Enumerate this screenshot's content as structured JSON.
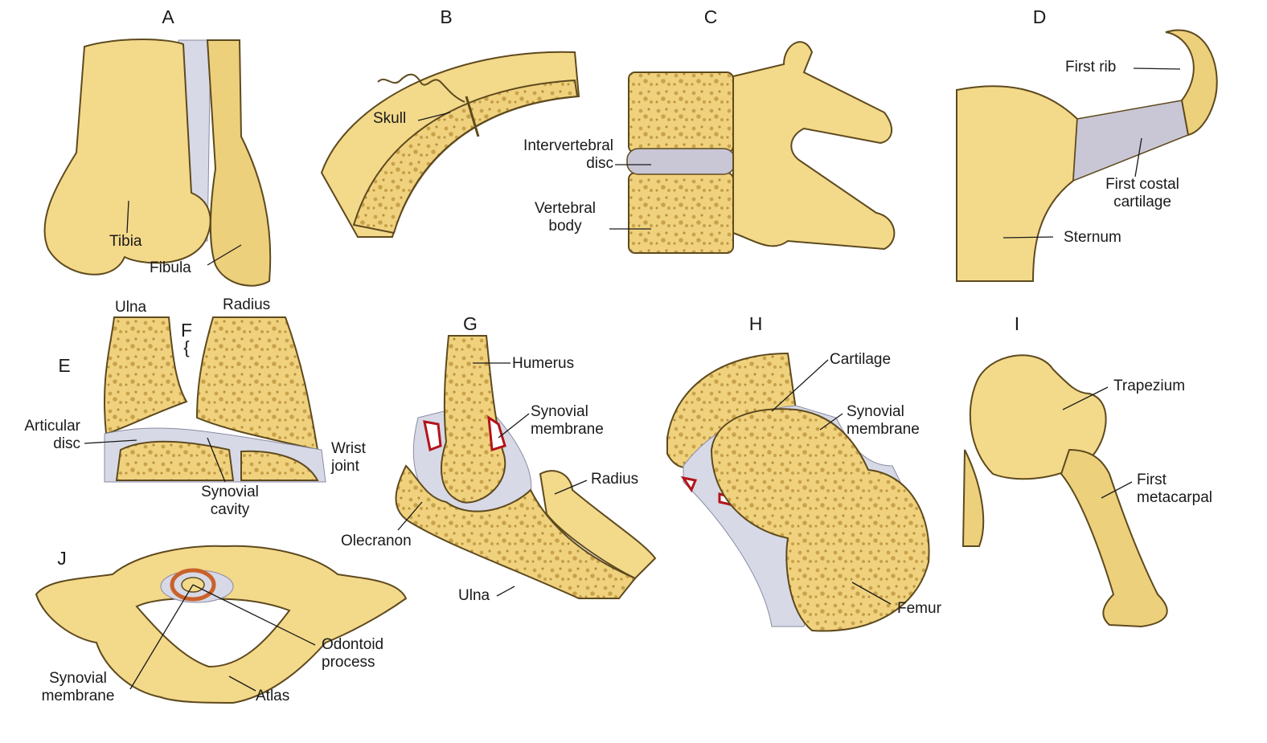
{
  "panels": {
    "A": {
      "letter": "A",
      "labels": {
        "tibia": "Tibia",
        "fibula": "Fibula"
      }
    },
    "B": {
      "letter": "B",
      "labels": {
        "skull": "Skull"
      }
    },
    "C": {
      "letter": "C",
      "labels": {
        "disc_1": "Intervertebral",
        "disc_2": "disc",
        "body_1": "Vertebral",
        "body_2": "body"
      }
    },
    "D": {
      "letter": "D",
      "labels": {
        "first_rib": "First rib",
        "cart_1": "First costal",
        "cart_2": "cartilage",
        "sternum": "Sternum"
      }
    },
    "E": {
      "letter": "E",
      "labels": {
        "ulna": "Ulna",
        "radius": "Radius",
        "disc_1": "Articular",
        "disc_2": "disc",
        "wrist_1": "Wrist",
        "wrist_2": "joint",
        "cavity_1": "Synovial",
        "cavity_2": "cavity"
      }
    },
    "F": {
      "letter": "F",
      "brace": "{"
    },
    "G": {
      "letter": "G",
      "labels": {
        "humerus": "Humerus",
        "syn_1": "Synovial",
        "syn_2": "membrane",
        "radius": "Radius",
        "olecranon": "Olecranon",
        "ulna": "Ulna"
      }
    },
    "H": {
      "letter": "H",
      "labels": {
        "cartilage": "Cartilage",
        "syn_1": "Synovial",
        "syn_2": "membrane",
        "femur": "Femur"
      }
    },
    "I": {
      "letter": "I",
      "labels": {
        "trapezium": "Trapezium",
        "meta_1": "First",
        "meta_2": "metacarpal"
      }
    },
    "J": {
      "letter": "J",
      "labels": {
        "syn_1": "Synovial",
        "syn_2": "membrane",
        "odont_1": "Odontoid",
        "odont_2": "process",
        "atlas": "Atlas"
      }
    }
  },
  "colors": {
    "bone": "#f3d98a",
    "outline": "#5e4a1e",
    "cartilage": "#c9c6d6",
    "synovial": "#b3131a"
  }
}
